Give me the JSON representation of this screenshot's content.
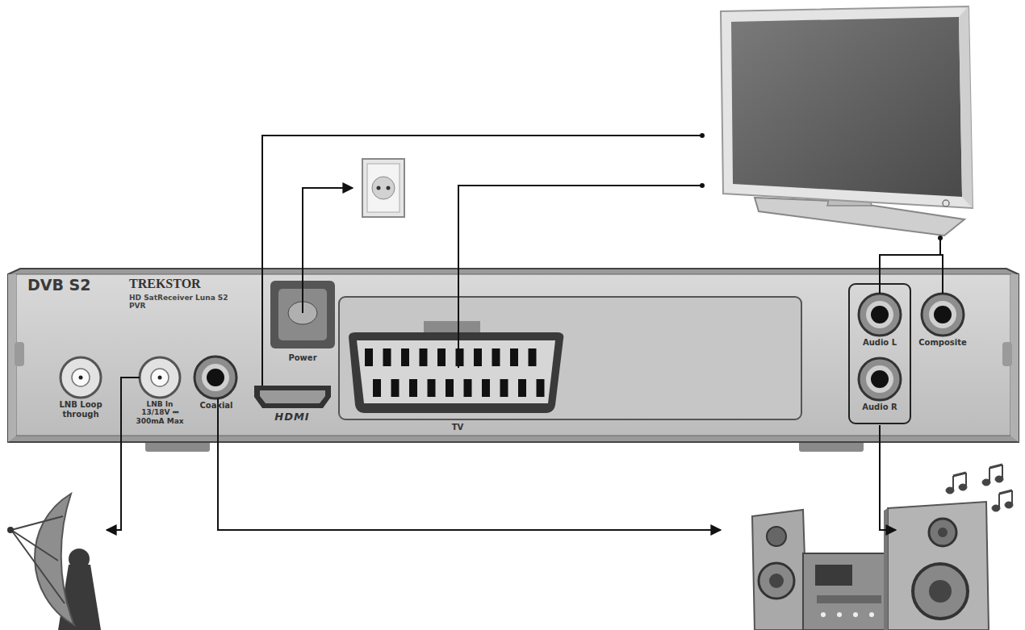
{
  "diagram": {
    "nodes": [
      {
        "text": [
          "DVB S2",
          "TREKSTOR",
          "HD SatReceiver Luna S2 PVR"
        ]
      },
      {
        "text": [
          "LNB Loop through"
        ],
        "in": 0
      },
      {
        "text": [
          "LNB In 13/18V ⎓ 300mA Max"
        ],
        "in": 0
      },
      {
        "text": [
          "Coaxial"
        ],
        "in": 0
      },
      {
        "text": [
          "Power"
        ],
        "in": 0
      },
      {
        "text": [
          "HDMI"
        ],
        "in": 0
      },
      {
        "text": [
          "TV"
        ],
        "in": 0
      },
      {
        "text": [
          "Audio L"
        ],
        "in": 0
      },
      {
        "text": [
          "Audio R"
        ],
        "in": 0
      },
      {
        "text": [
          "Composite"
        ],
        "in": 0
      }
    ]
  }
}
